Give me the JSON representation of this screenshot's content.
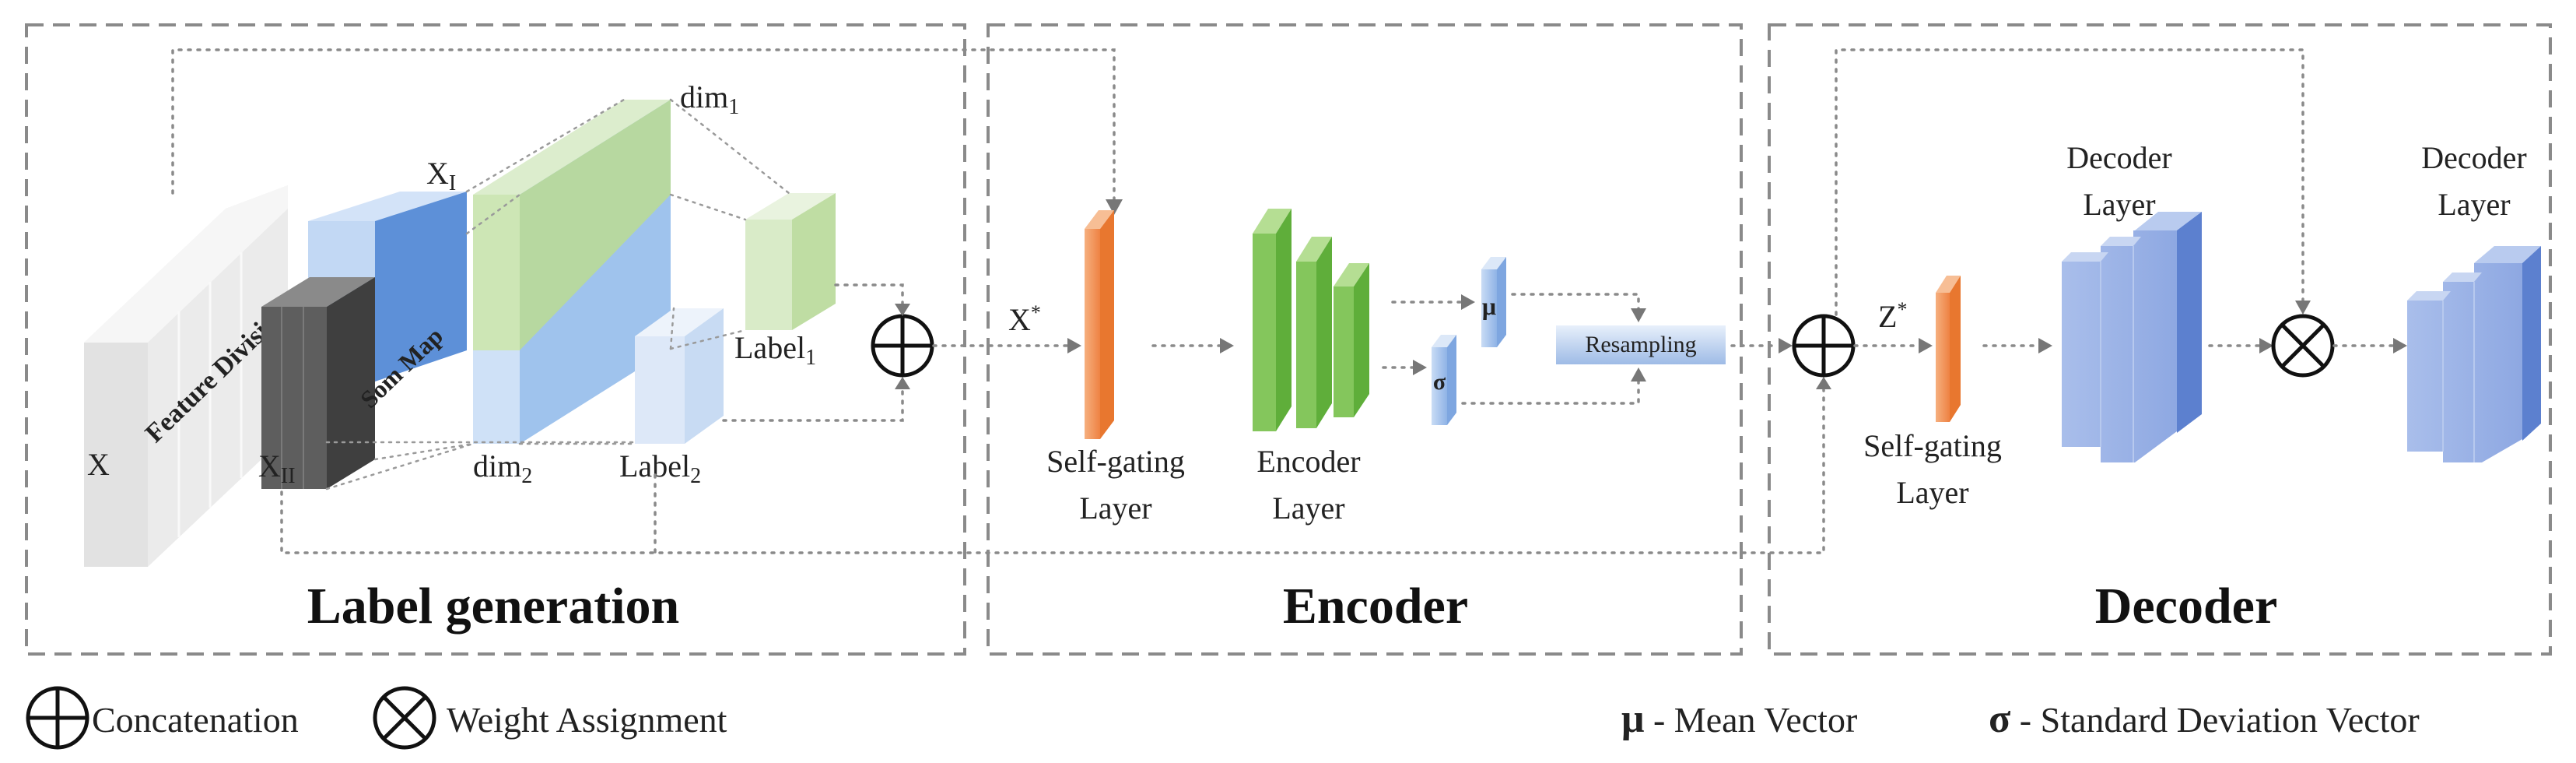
{
  "panels": {
    "label_generation": "Label generation",
    "encoder": "Encoder",
    "decoder": "Decoder"
  },
  "label_generation": {
    "x": "X",
    "feature_division": "Feature Division",
    "x1_base": "X",
    "x1_sub": "I",
    "x2_base": "X",
    "x2_sub": "II",
    "som_map": "Som Map",
    "dim1_base": "dim",
    "dim1_sub": "1",
    "dim2_base": "dim",
    "dim2_sub": "2",
    "label1_base": "Label",
    "label1_sub": "1",
    "label2_base": "Label",
    "label2_sub": "2"
  },
  "encoder": {
    "x_star_base": "X",
    "x_star_sup": "*",
    "self_gating_line1": "Self-gating",
    "self_gating_line2": "Layer",
    "encoder_line1": "Encoder",
    "encoder_line2": "Layer",
    "mu": "μ",
    "sigma": "σ",
    "resampling": "Resampling"
  },
  "decoder": {
    "z_star_base": "Z",
    "z_star_sup": "*",
    "self_gating_line1": "Self-gating",
    "self_gating_line2": "Layer",
    "decoder1_line1": "Decoder",
    "decoder1_line2": "Layer",
    "decoder2_line1": "Decoder",
    "decoder2_line2": "Layer"
  },
  "legend": {
    "concatenation": "Concatenation",
    "weight_assignment": "Weight Assignment",
    "mu_symbol": "μ",
    "mu_text": " - Mean Vector",
    "sigma_symbol": "σ",
    "sigma_text": " - Standard Deviation Vector"
  },
  "colors": {
    "orange": "#F0874A",
    "green": "#7FC65A",
    "blue": "#6C8FD6",
    "light_blue": "#A9C8EE",
    "light_green": "#CFE6B8",
    "gray_dark": "#555555",
    "gray_light": "#E8E8E8"
  }
}
